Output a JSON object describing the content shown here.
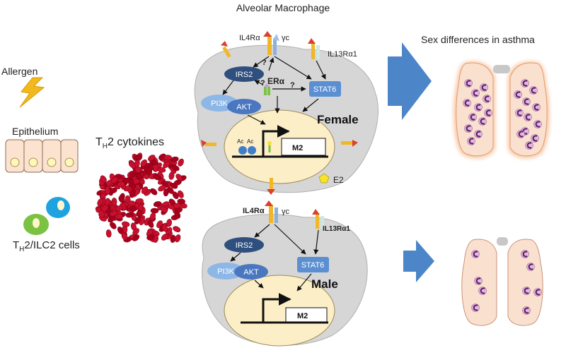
{
  "labels": {
    "title": "Alveolar Macrophage",
    "sex_diff": "Sex differences in asthma",
    "allergen": "Allergen",
    "epithelium": "Epithelium",
    "th2_prefix": "T",
    "th2_sub": "H",
    "th2_rest": "2 cytokines",
    "cells_prefix": "T",
    "cells_sub": "H",
    "cells_rest": "2/ILC2 cells",
    "e2": "E2"
  },
  "female_cell": {
    "il4ra": "IL4Rα",
    "gamma_c": "γc",
    "il13ra1": "IL13Rα1",
    "irs2": "IRS2",
    "era": "ERα",
    "stat6": "STAT6",
    "pi3k": "PI3K",
    "akt": "AKT",
    "sex": "Female",
    "ac1": "Ac",
    "ac2": "Ac",
    "gene": "M2",
    "q1": "?",
    "q2": "?",
    "q3": "?"
  },
  "male_cell": {
    "il4ra": "IL4Rα",
    "gamma_c": "γc",
    "il13ra1": "IL13Rα1",
    "irs2": "IRS2",
    "stat6": "STAT6",
    "pi3k": "PI3K",
    "akt": "AKT",
    "sex": "Male",
    "gene": "M2"
  },
  "colors": {
    "cell_fill": "#d6d6d6",
    "nucleus_fill": "#fcefc7",
    "irs2_fill": "#2f4f7f",
    "stat6_fill": "#5b8fd1",
    "pi3k_fill": "#8db7e6",
    "akt_fill": "#4a77bf",
    "arrow_fill": "#4c86c8",
    "lung_fill": "#f9e0cf",
    "cytokine_fill": "#c8102e",
    "lightning": "#f3b81f",
    "epithelium_fill": "#fbe3d0",
    "cell_green": "#7cc242",
    "cell_blue": "#1fa3e0"
  }
}
